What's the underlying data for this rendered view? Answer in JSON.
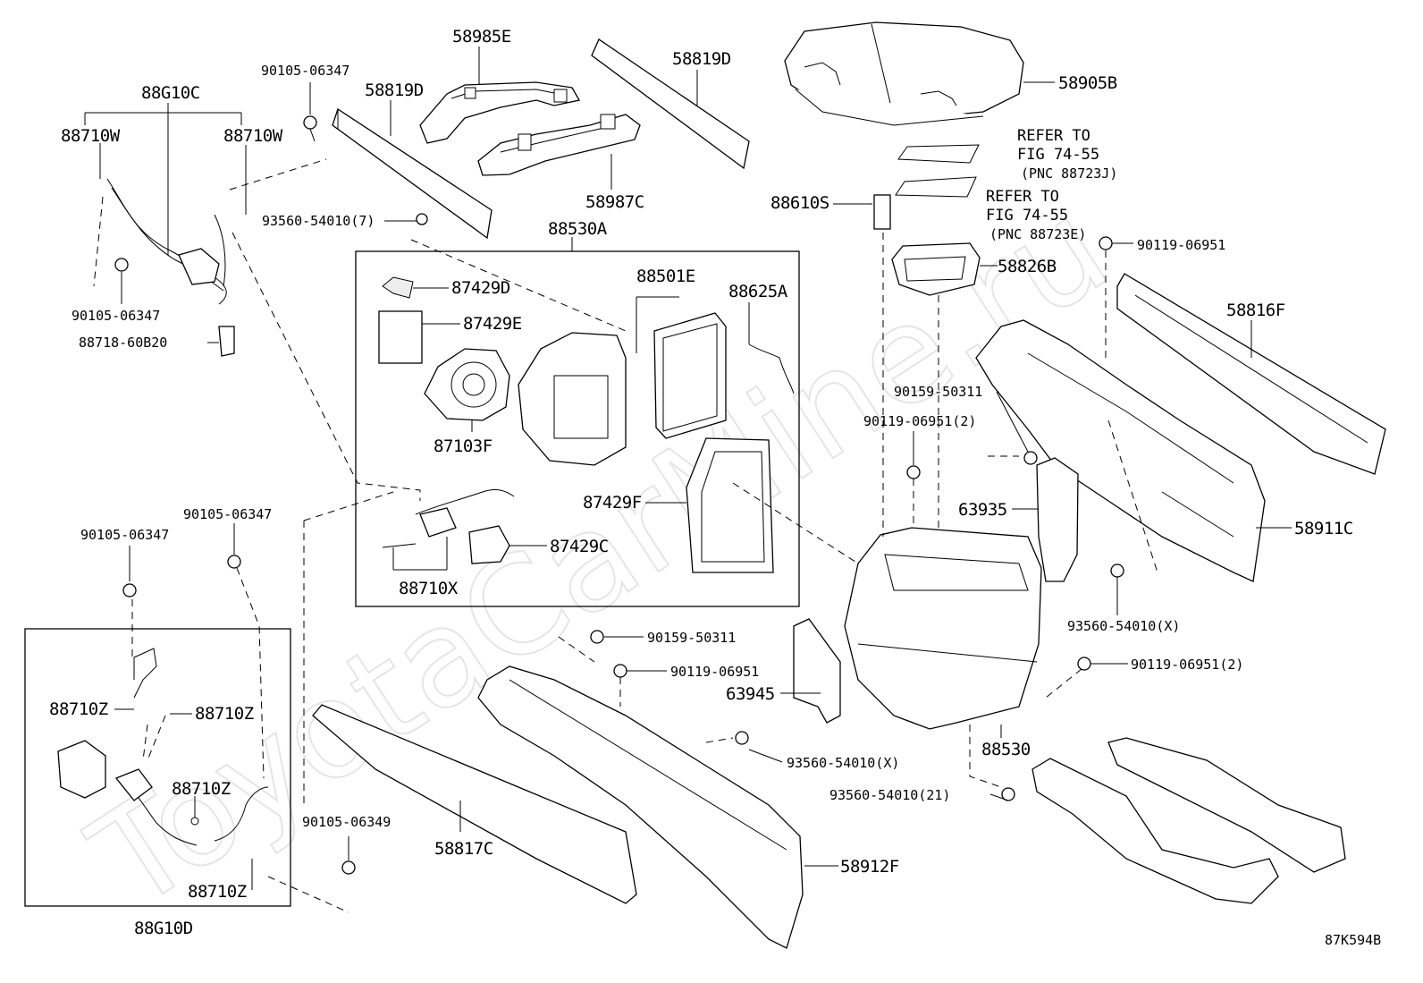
{
  "watermark": "ToyotaCarMine.ru",
  "figure_code": "87K594B",
  "labels": {
    "l_58985E": "58985E",
    "l_58819D_a": "58819D",
    "l_58819D_b": "58819D",
    "l_58905B": "58905B",
    "l_90105_06347_top": "90105-06347",
    "l_88G10C": "88G10C",
    "l_88710W_left": "88710W",
    "l_88710W_right": "88710W",
    "l_58987C": "58987C",
    "l_93560_54010_7": "93560-54010(7)",
    "l_88530A": "88530A",
    "l_88610S": "88610S",
    "l_90105_06347_mid": "90105-06347",
    "l_88718_60B20": "88718-60B20",
    "l_87429D": "87429D",
    "l_87429E": "87429E",
    "l_88501E": "88501E",
    "l_88625A": "88625A",
    "l_87103F": "87103F",
    "l_58826B": "58826B",
    "l_90119_06951_a": "90119-06951",
    "l_58816F": "58816F",
    "l_90159_50311_a": "90159-50311",
    "l_90119_06951_2a": "90119-06951(2)",
    "l_87429F": "87429F",
    "l_63935": "63935",
    "l_58911C": "58911C",
    "l_90105_06347_l1": "90105-06347",
    "l_90105_06347_l2": "90105-06347",
    "l_87429C": "87429C",
    "l_88710X": "88710X",
    "l_93560_54010_X_a": "93560-54010(X)",
    "l_90159_50311_b": "90159-50311",
    "l_90119_06951_b": "90119-06951",
    "l_63945": "63945",
    "l_90119_06951_2b": "90119-06951(2)",
    "l_88710Z_a": "88710Z",
    "l_88710Z_b": "88710Z",
    "l_88710Z_c": "88710Z",
    "l_88710Z_d": "88710Z",
    "l_93560_54010_X_b": "93560-54010(X)",
    "l_88530": "88530",
    "l_93560_54010_21": "93560-54010(21)",
    "l_90105_06349": "90105-06349",
    "l_58817C": "58817C",
    "l_58912F": "58912F",
    "l_88G10D": "88G10D"
  },
  "refs": {
    "ref1_line1": "REFER TO",
    "ref1_line2": "FIG 74-55",
    "ref1_line3": "(PNC 88723J)",
    "ref2_line1": "REFER TO",
    "ref2_line2": "FIG 74-55",
    "ref2_line3": "(PNC 88723E)"
  }
}
